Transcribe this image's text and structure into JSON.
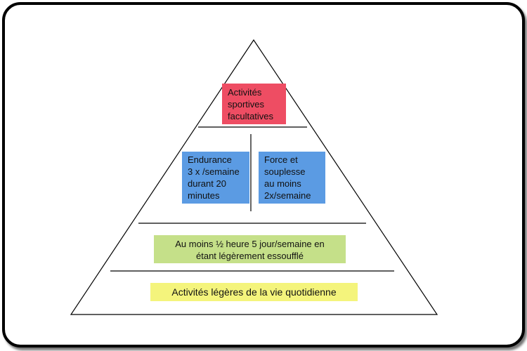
{
  "colors": {
    "red": "#ee4d63",
    "blue": "#5b9be3",
    "green": "#c5e089",
    "yellow": "#f4f47c"
  },
  "levels": {
    "top": {
      "lines": [
        "Activités",
        "sportives",
        "facultatives"
      ]
    },
    "middle_left": {
      "lines": [
        "Endurance",
        "3 x /semaine",
        "durant 20",
        "minutes"
      ]
    },
    "middle_right": {
      "lines": [
        "Force et",
        "souplesse",
        "au moins",
        "2x/semaine"
      ]
    },
    "lower": {
      "lines": [
        "Au moins ½ heure 5 jour/semaine en",
        "étant légèrement essoufflé"
      ]
    },
    "base": {
      "text": "Activités légères de la vie quotidienne"
    }
  }
}
